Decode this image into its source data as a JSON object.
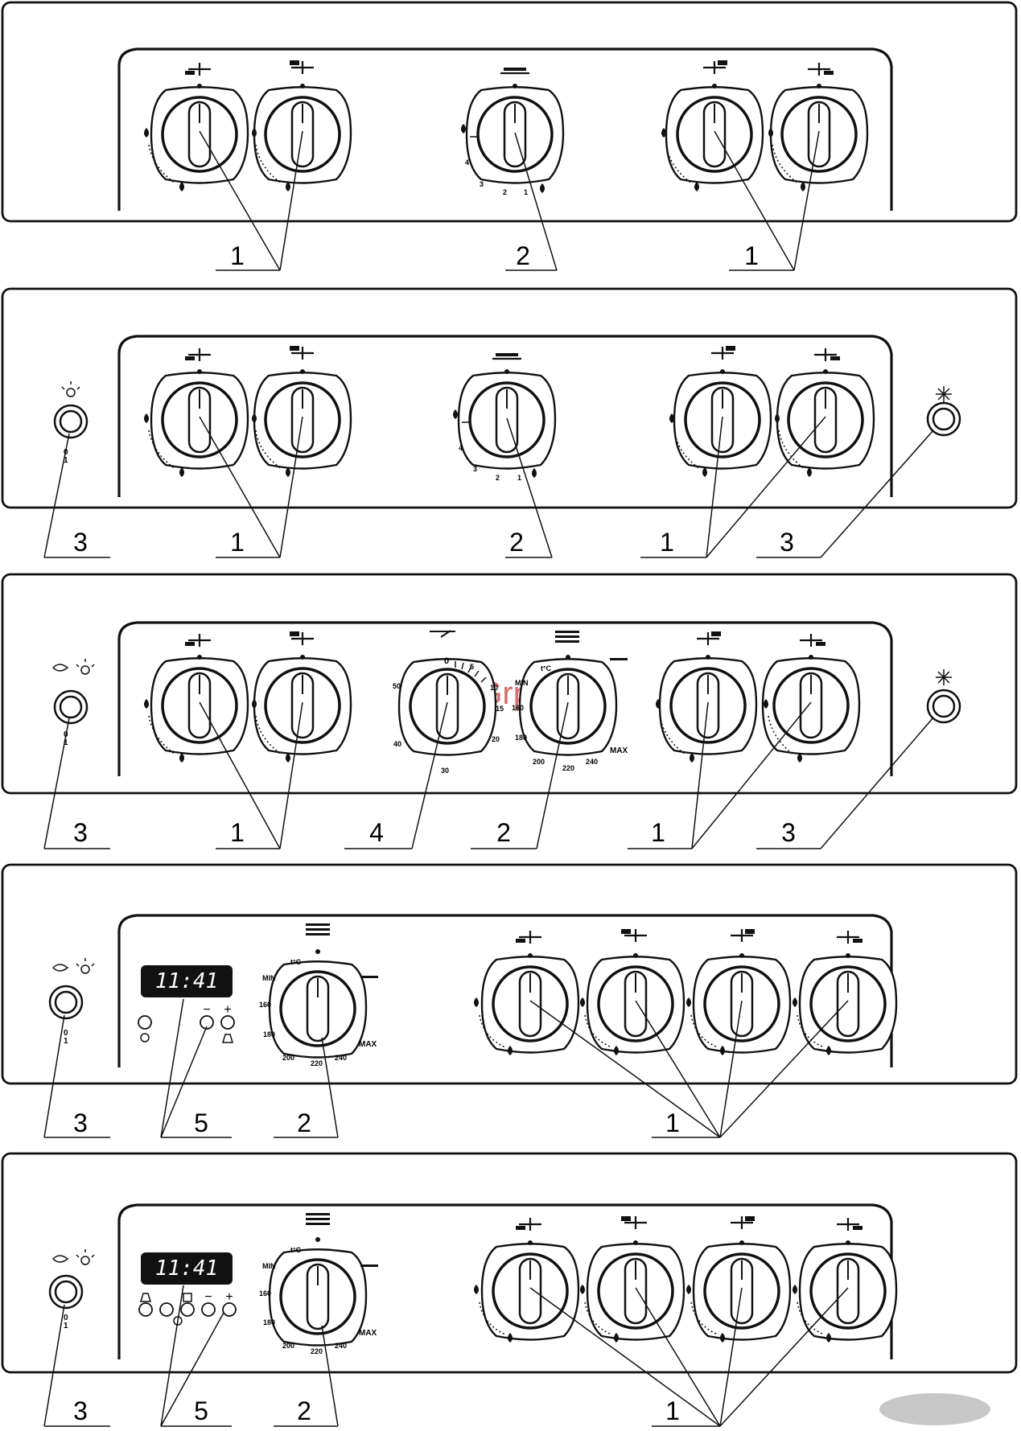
{
  "watermark": "McGrp.Ru",
  "panels": [
    {
      "callouts": [
        "1",
        "2",
        "1"
      ],
      "oven_dial": {
        "scale": [
          "4",
          "3",
          "2",
          "1"
        ]
      }
    },
    {
      "callouts": [
        "3",
        "1",
        "2",
        "1",
        "3"
      ],
      "left_switch_marks": [
        "0",
        "1"
      ],
      "oven_dial": {
        "scale": [
          "4",
          "3",
          "2",
          "1"
        ]
      }
    },
    {
      "callouts": [
        "3",
        "1",
        "4",
        "2",
        "1",
        "3"
      ],
      "left_switch_marks": [
        "0",
        "1"
      ],
      "timer_dial": {
        "scale": [
          "0",
          "5",
          "10",
          "15",
          "20",
          "30",
          "40",
          "50"
        ]
      },
      "thermostat": {
        "unit": "t°C",
        "scale": [
          "MIN",
          "160",
          "180",
          "200",
          "220",
          "240",
          "MAX"
        ]
      }
    },
    {
      "callouts": [
        "3",
        "5",
        "2",
        "1"
      ],
      "left_switch_marks": [
        "0",
        "1"
      ],
      "clock_display": "11:41",
      "clock_buttons": [
        "−",
        "+"
      ],
      "thermostat": {
        "unit": "t°C",
        "scale": [
          "MIN",
          "160",
          "180",
          "200",
          "220",
          "240",
          "MAX"
        ]
      }
    },
    {
      "callouts": [
        "3",
        "5",
        "2",
        "1"
      ],
      "left_switch_marks": [
        "0",
        "1"
      ],
      "clock_display": "11:41",
      "clock_buttons": [
        "−",
        "+"
      ],
      "thermostat": {
        "unit": "t°C",
        "scale": [
          "MIN",
          "160",
          "180",
          "200",
          "220",
          "240",
          "MAX"
        ]
      }
    }
  ]
}
